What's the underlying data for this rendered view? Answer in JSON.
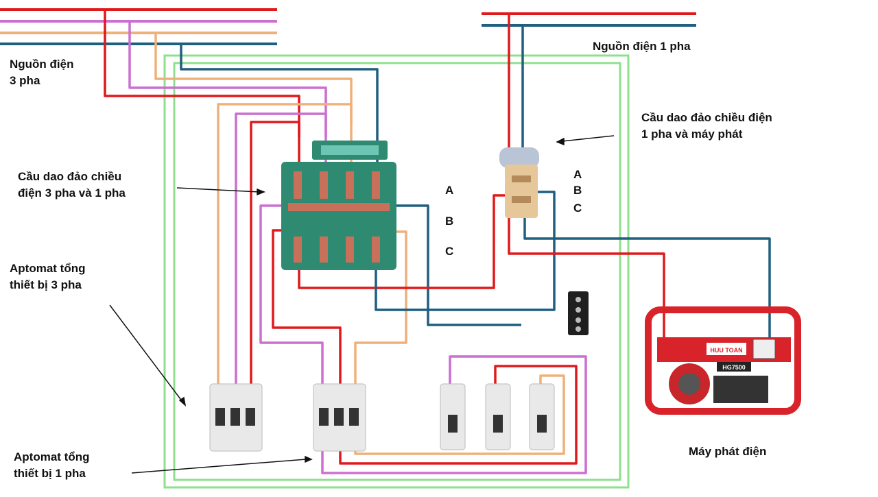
{
  "labels": {
    "source_3phase": [
      "Nguồn điện",
      "3 pha"
    ],
    "source_1phase": "Nguồn điện 1 pha",
    "switch_3phase": [
      "Cầu dao đảo chiều",
      "điện 3 pha và 1 pha"
    ],
    "switch_1phase": [
      "Cầu dao đảo chiều điện",
      "1 pha và máy phát"
    ],
    "breaker_3phase": [
      "Aptomat tổng",
      "thiết bị 3 pha"
    ],
    "breaker_1phase": [
      "Aptomat tổng",
      "thiết bị 1 pha"
    ],
    "generator": "Máy phát điện"
  },
  "phases_3phase_switch": [
    "A",
    "B",
    "C"
  ],
  "phases_1phase_switch": [
    "A",
    "B",
    "C"
  ],
  "generator_brand": [
    "HUU TOAN",
    "HG7500"
  ],
  "colors": {
    "red": "#e0191c",
    "violet": "#cc6fd0",
    "orange": "#efb07a",
    "blue": "#1f5f7f",
    "green_frame": "#8ee08e",
    "switch_body": "#2f8a72",
    "copper": "#c9705a"
  }
}
